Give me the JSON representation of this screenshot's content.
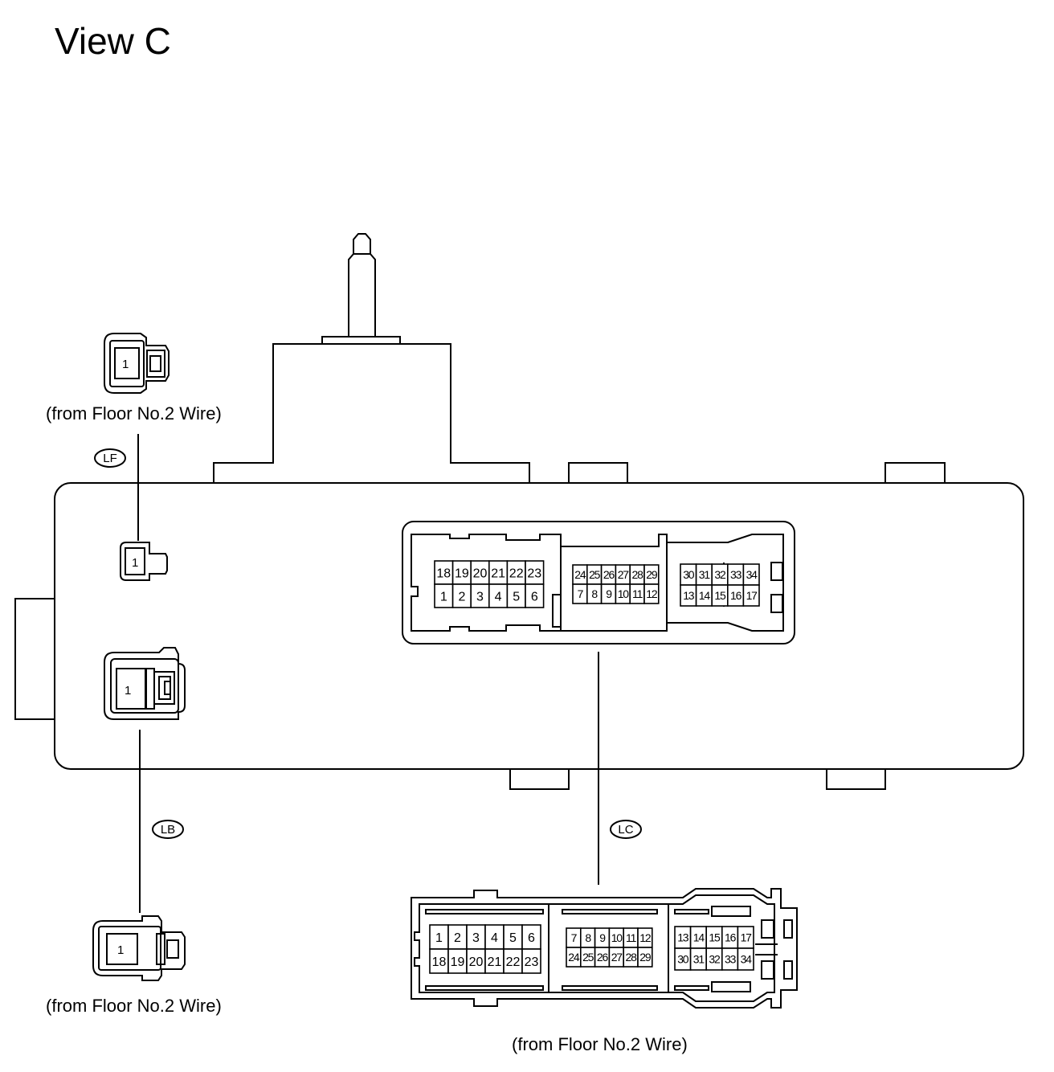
{
  "title": "View C",
  "captions": {
    "lf_source": "(from Floor No.2 Wire)",
    "lb_source": "(from Floor No.2 Wire)",
    "lc_source": "(from Floor No.2 Wire)"
  },
  "tags": {
    "lf": "LF",
    "lb": "LB",
    "lc": "LC"
  },
  "single_pin_label": "1",
  "mounted_lc": {
    "left_block": {
      "top": [
        "18",
        "19",
        "20",
        "21",
        "22",
        "23"
      ],
      "bottom": [
        "1",
        "2",
        "3",
        "4",
        "5",
        "6"
      ]
    },
    "middle_block": {
      "top": [
        "24",
        "25",
        "26",
        "27",
        "28",
        "29"
      ],
      "bottom": [
        "7",
        "8",
        "9",
        "10",
        "11",
        "12"
      ]
    },
    "right_block": {
      "top": [
        "30",
        "31",
        "32",
        "33",
        "34"
      ],
      "bottom": [
        "13",
        "14",
        "15",
        "16",
        "17"
      ]
    }
  },
  "detached_lc": {
    "left_block": {
      "top": [
        "1",
        "2",
        "3",
        "4",
        "5",
        "6"
      ],
      "bottom": [
        "18",
        "19",
        "20",
        "21",
        "22",
        "23"
      ]
    },
    "middle_block": {
      "top": [
        "7",
        "8",
        "9",
        "10",
        "11",
        "12"
      ],
      "bottom": [
        "24",
        "25",
        "26",
        "27",
        "28",
        "29"
      ]
    },
    "right_block": {
      "top": [
        "13",
        "14",
        "15",
        "16",
        "17"
      ],
      "bottom": [
        "30",
        "31",
        "32",
        "33",
        "34"
      ]
    }
  }
}
